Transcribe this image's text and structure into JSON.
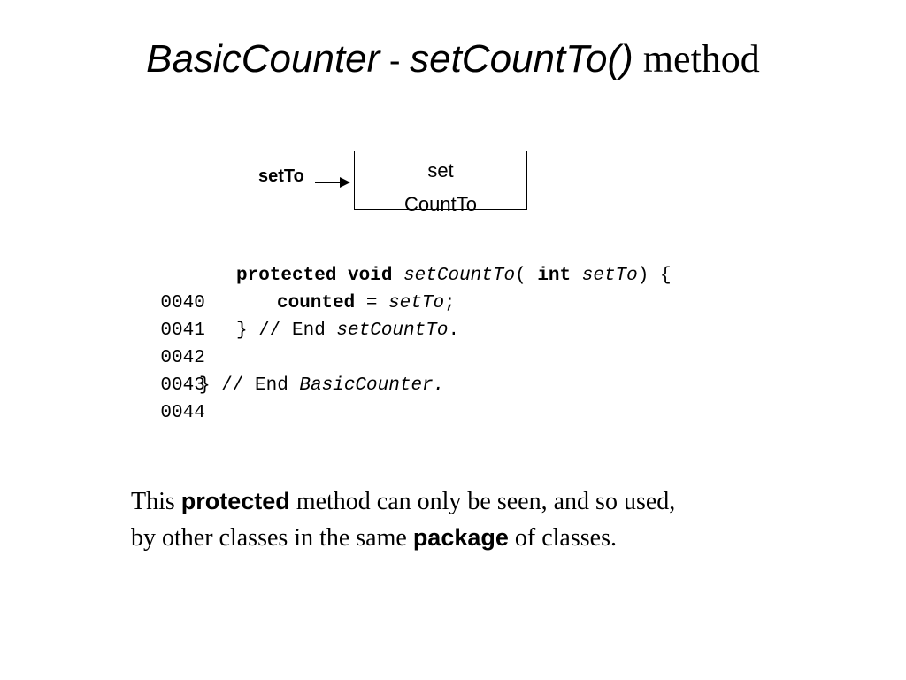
{
  "title": {
    "class_name": "BasicCounter",
    "separator": " - ",
    "method_name": "setCountTo()",
    "suffix": " method"
  },
  "diagram": {
    "input_label": "setTo",
    "box_line1": "set",
    "box_line2": "CountTo"
  },
  "code": {
    "l40": {
      "num": "0040",
      "kw1": "protected",
      "kw2": "void",
      "name": "setCountTo",
      "open": "( ",
      "kw3": "int",
      "param": "setTo",
      "close": ") {"
    },
    "l41": {
      "num": "0041",
      "var": "counted",
      "op": " = ",
      "val": "setTo",
      "end": ";"
    },
    "l42": {
      "num": "0042",
      "pre": "} // End ",
      "name": "setCountTo",
      "end": "."
    },
    "l43": {
      "num": "0043"
    },
    "l44": {
      "num": "0044",
      "pre": "} // End ",
      "name": "BasicCounter",
      "end": "."
    }
  },
  "note": {
    "p1": "This ",
    "em1": "protected",
    "p2": " method can only be seen, and so used,",
    "p3": "by other classes in the same ",
    "em2": "package",
    "p4": " of classes."
  }
}
